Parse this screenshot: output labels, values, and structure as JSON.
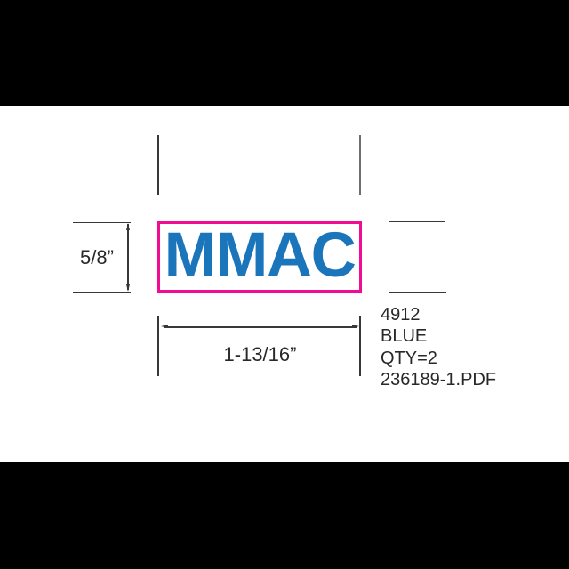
{
  "colors": {
    "label_border": "#F20C92",
    "label_text": "#1B75BB",
    "line": "#383838",
    "annotation_text": "#282828",
    "letterbox": "#000000",
    "background": "#FFFFFF"
  },
  "label": {
    "text": "MMAC"
  },
  "dimensions": {
    "height": "5/8”",
    "width": "1-13/16”"
  },
  "order_info": {
    "part_number": "4912",
    "color_name": "BLUE",
    "quantity": "QTY=2",
    "filename": "236189-1.PDF"
  }
}
